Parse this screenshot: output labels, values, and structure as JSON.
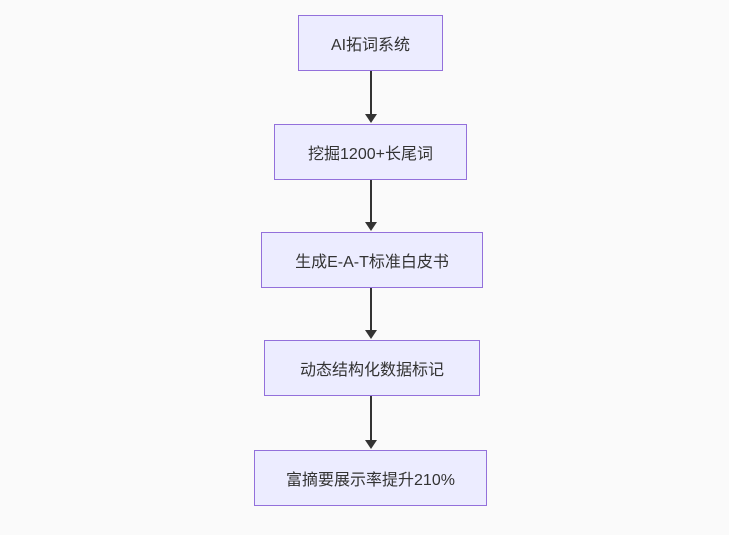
{
  "diagram": {
    "type": "flowchart",
    "direction": "top-down",
    "nodes": [
      {
        "id": "n1",
        "label": "AI拓词系统"
      },
      {
        "id": "n2",
        "label": "挖掘1200+长尾词"
      },
      {
        "id": "n3",
        "label": "生成E-A-T标准白皮书"
      },
      {
        "id": "n4",
        "label": "动态结构化数据标记"
      },
      {
        "id": "n5",
        "label": "富摘要展示率提升210%"
      }
    ],
    "edges": [
      {
        "from": "n1",
        "to": "n2",
        "arrow": "down"
      },
      {
        "from": "n2",
        "to": "n3",
        "arrow": "down"
      },
      {
        "from": "n3",
        "to": "n4",
        "arrow": "down"
      },
      {
        "from": "n4",
        "to": "n5",
        "arrow": "down"
      }
    ],
    "colors": {
      "node_fill": "#ececff",
      "node_border": "#9370db",
      "text": "#333333",
      "arrow": "#333333",
      "background": "#fafafa"
    }
  }
}
